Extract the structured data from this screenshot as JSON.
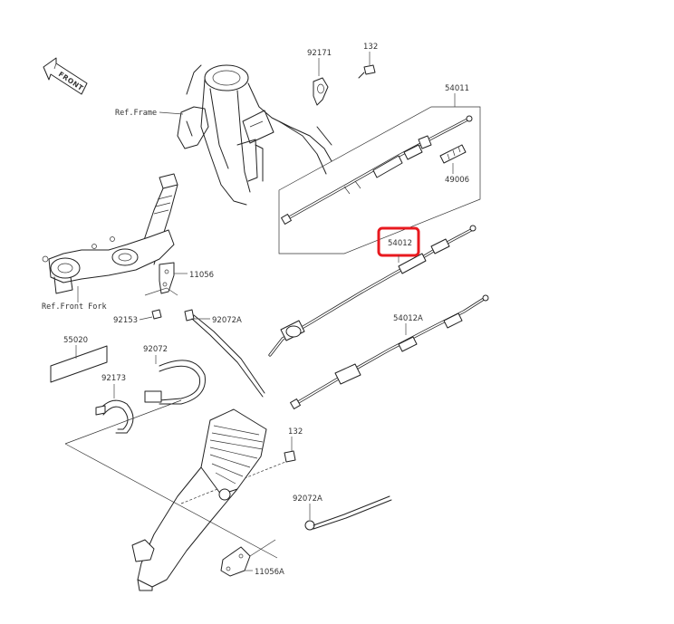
{
  "direction_marker": {
    "label": "FRONT"
  },
  "highlight_color": "#e8191f",
  "callouts": {
    "p92171": "92171",
    "p132_top": "132",
    "p54011": "54011",
    "p49006": "49006",
    "p54012": "54012",
    "p54012A": "54012A",
    "p11056": "11056",
    "p92153": "92153",
    "p92072A_top": "92072A",
    "p55020": "55020",
    "p92072": "92072",
    "p92173": "92173",
    "p132_bottom": "132",
    "p92072A_bottom": "92072A",
    "p11056A": "11056A"
  },
  "references": {
    "frame": "Ref.Frame",
    "front_fork": "Ref.Front Fork"
  }
}
